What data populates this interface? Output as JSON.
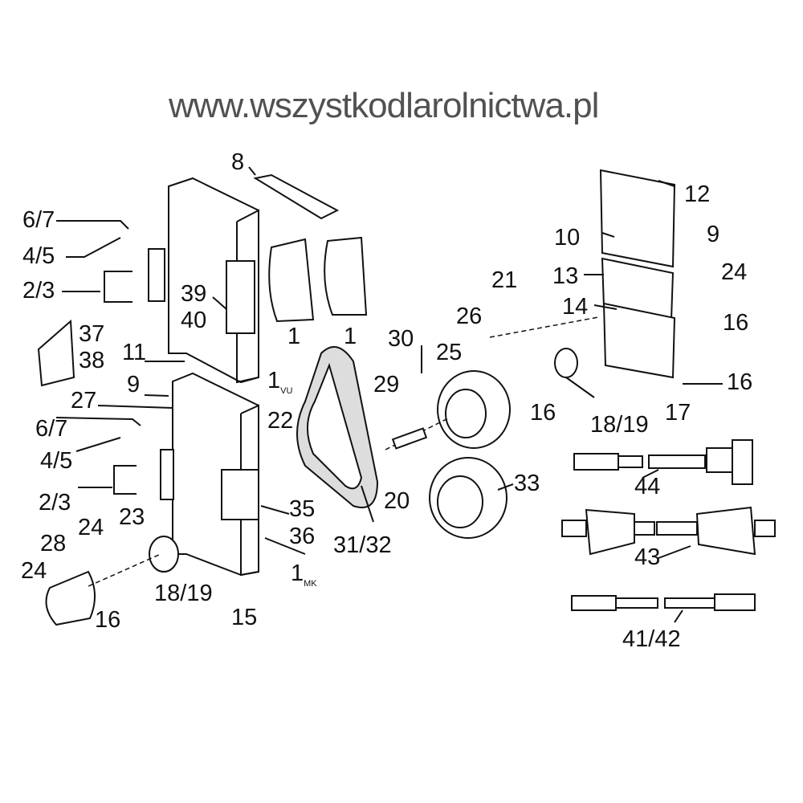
{
  "watermark": "www.wszystkodlarolnictwa.pl",
  "labels": {
    "l8": "8",
    "l67a": "6/7",
    "l45a": "4/5",
    "l23a": "2/3",
    "l39": "39",
    "l40": "40",
    "l37": "37",
    "l38": "38",
    "l11": "11",
    "l1a": "1",
    "l1b": "1",
    "l1vu": "1",
    "l1vu_sub": "VU",
    "l9a": "9",
    "l27": "27",
    "l67b": "6/7",
    "l45b": "4/5",
    "l23b": "2/3",
    "l22": "22",
    "l24a": "24",
    "l23": "23",
    "l28": "28",
    "l24b": "24",
    "l16a": "16",
    "l1819a": "18/19",
    "l15": "15",
    "l1mk": "1",
    "l1mk_sub": "MK",
    "l35": "35",
    "l36": "36",
    "l3132": "31/32",
    "l29": "29",
    "l20": "20",
    "l30": "30",
    "l33": "33",
    "l26": "26",
    "l25": "25",
    "l21": "21",
    "l16b": "16",
    "l1819b": "18/19",
    "l17": "17",
    "l16c": "16",
    "l16d": "16",
    "l24c": "24",
    "l9b": "9",
    "l14": "14",
    "l13": "13",
    "l10": "10",
    "l12": "12",
    "l44": "44",
    "l43": "43",
    "l4142": "41/42"
  }
}
